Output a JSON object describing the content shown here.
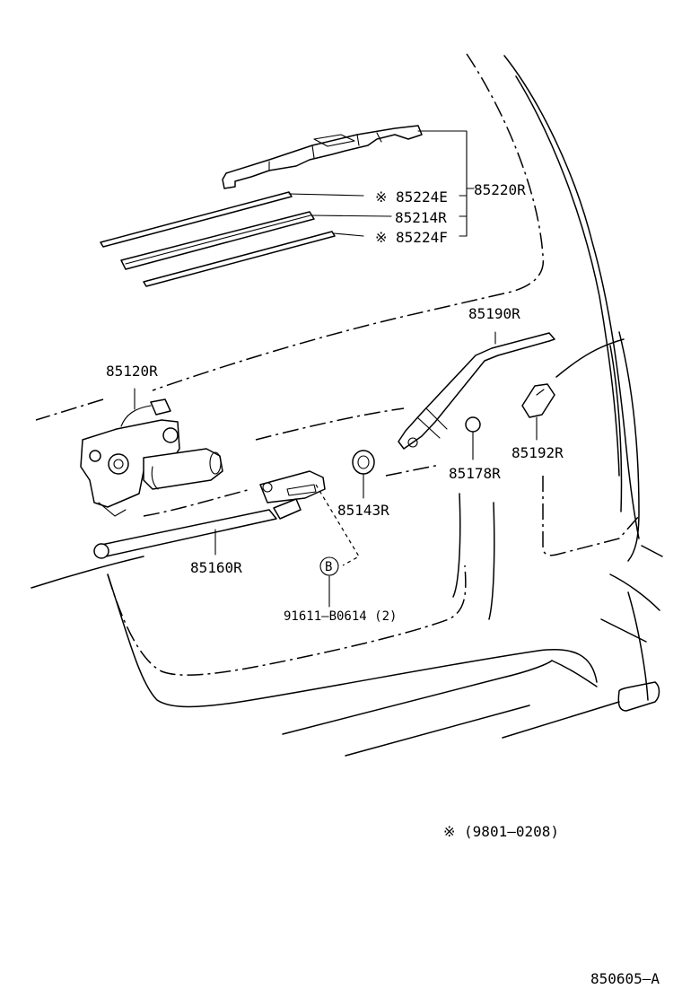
{
  "diagram": {
    "parts": [
      {
        "id": "blade_assembly",
        "label": "85220R"
      },
      {
        "id": "blade_insert_e",
        "label": "※ 85224E"
      },
      {
        "id": "blade_rubber",
        "label": "85214R"
      },
      {
        "id": "blade_insert_f",
        "label": "※ 85224F"
      },
      {
        "id": "wiper_arm",
        "label": "85190R"
      },
      {
        "id": "arm_cap",
        "label": "85192R"
      },
      {
        "id": "motor",
        "label": "85120R"
      },
      {
        "id": "pivot_cap",
        "label": "85178R"
      },
      {
        "id": "grommet",
        "label": "85143R"
      },
      {
        "id": "link_rod",
        "label": "85160R"
      },
      {
        "id": "bolt",
        "label": "91611–B0614 (2)"
      }
    ],
    "callout_marker": "B",
    "footnote": "※ (9801–0208)",
    "diagram_code": "850605–A"
  }
}
